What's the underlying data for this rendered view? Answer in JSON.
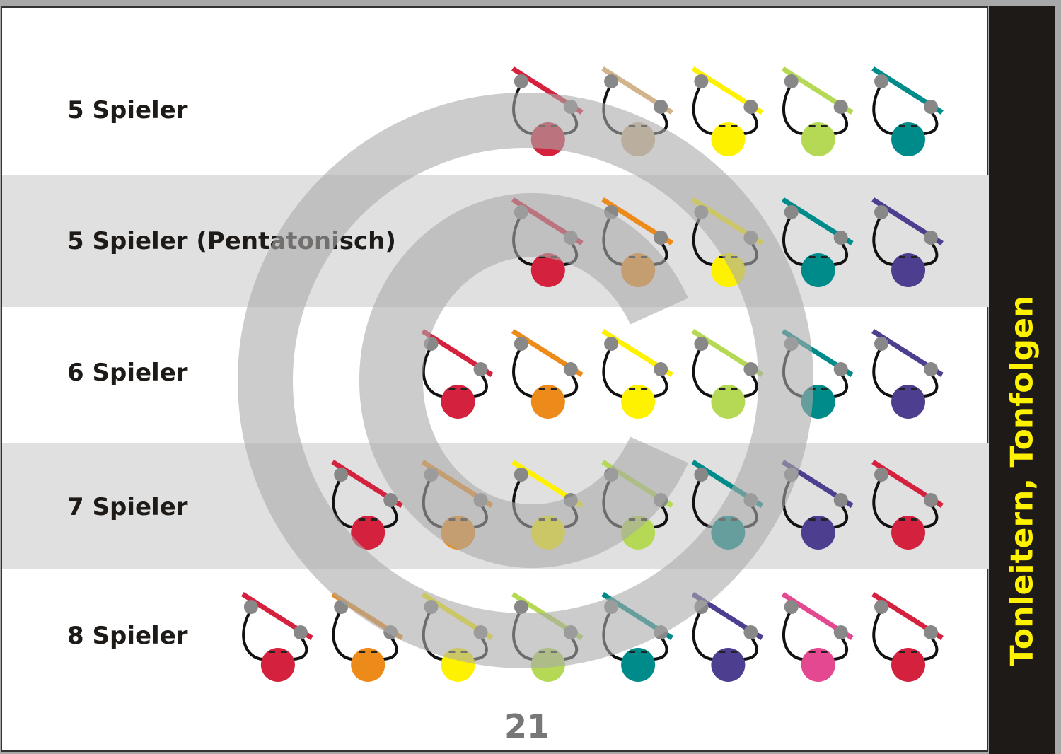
{
  "sidebar_title": "Tonleitern, Tonfolgen",
  "page_number": "21",
  "rows": [
    {
      "label": "5 Spieler",
      "colors": [
        "#d4213d",
        "#d2b48c",
        "#fff200",
        "#b5d955",
        "#008b8b"
      ]
    },
    {
      "label": "5 Spieler (Pentatonisch)",
      "colors": [
        "#d4213d",
        "#ec8a1a",
        "#fff200",
        "#008b8b",
        "#4e3e8f"
      ]
    },
    {
      "label": "6 Spieler",
      "colors": [
        "#d4213d",
        "#ec8a1a",
        "#fff200",
        "#b5d955",
        "#008b8b",
        "#4e3e8f"
      ]
    },
    {
      "label": "7 Spieler",
      "colors": [
        "#d4213d",
        "#ec8a1a",
        "#fff200",
        "#b5d955",
        "#008b8b",
        "#4e3e8f",
        "#d4213d"
      ]
    },
    {
      "label": "8 Spieler",
      "colors": [
        "#d4213d",
        "#ec8a1a",
        "#fff200",
        "#b5d955",
        "#008b8b",
        "#4e3e8f",
        "#e44891",
        "#d4213d"
      ]
    }
  ]
}
